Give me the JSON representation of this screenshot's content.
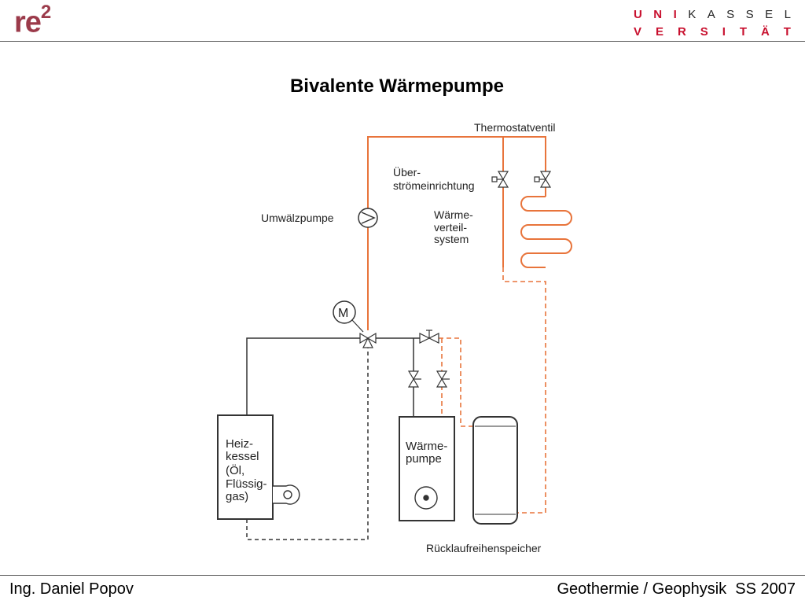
{
  "header": {
    "logo_text": "re",
    "logo_superscript": "2",
    "university_row1": [
      "U",
      "N",
      "I",
      "K",
      "A",
      "S",
      "S",
      "E",
      "L"
    ],
    "university_row2": [
      "V",
      "E",
      "R",
      "S",
      "I",
      "T",
      "Ä",
      "T"
    ]
  },
  "slide": {
    "title": "Bivalente Wärmepumpe"
  },
  "diagram": {
    "thermostat_label": "Thermostatventil",
    "overflow_label_1": "Über-",
    "overflow_label_2": "strömeinrichtung",
    "pump_label": "Umwälzpumpe",
    "distribution_label_1": "Wärme-",
    "distribution_label_2": "verteil-",
    "distribution_label_3": "system",
    "motor_label": "M",
    "boiler_label_1": "Heiz-",
    "boiler_label_2": "kessel",
    "boiler_label_3": "(Öl,",
    "boiler_label_4": "Flüssig-",
    "boiler_label_5": "gas)",
    "heatpump_label_1": "Wärme-",
    "heatpump_label_2": "pumpe",
    "storage_label": "Rücklaufreihenspeicher",
    "colors": {
      "supply_line": "#e8743b",
      "line": "#333333"
    }
  },
  "footer": {
    "author": "Ing. Daniel Popov",
    "course": "Geothermie / Geophysik  SS 2007"
  }
}
